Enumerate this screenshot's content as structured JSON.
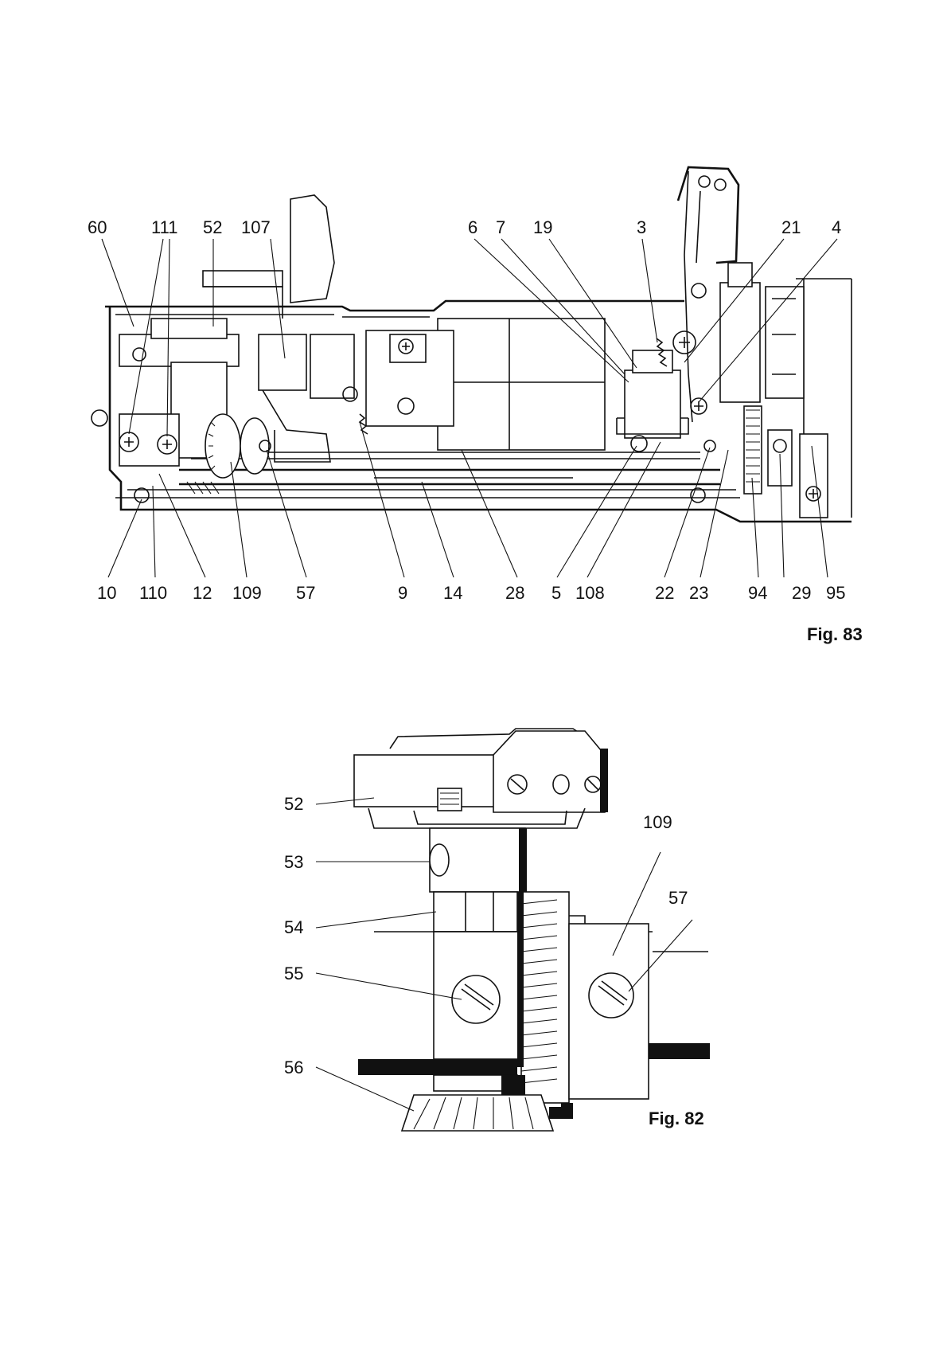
{
  "figures": [
    {
      "caption": "Fig. 83",
      "top_labels": [
        "60",
        "111",
        "52",
        "107",
        "6",
        "7",
        "19",
        "3",
        "21",
        "4"
      ],
      "bottom_labels": [
        "10",
        "110",
        "12",
        "109",
        "57",
        "9",
        "14",
        "28",
        "5",
        "108",
        "22",
        "23",
        "94",
        "29",
        "95"
      ]
    },
    {
      "caption": "Fig. 82",
      "left_labels": [
        "52",
        "53",
        "54",
        "55",
        "56"
      ],
      "right_labels": [
        "109",
        "57"
      ]
    }
  ]
}
